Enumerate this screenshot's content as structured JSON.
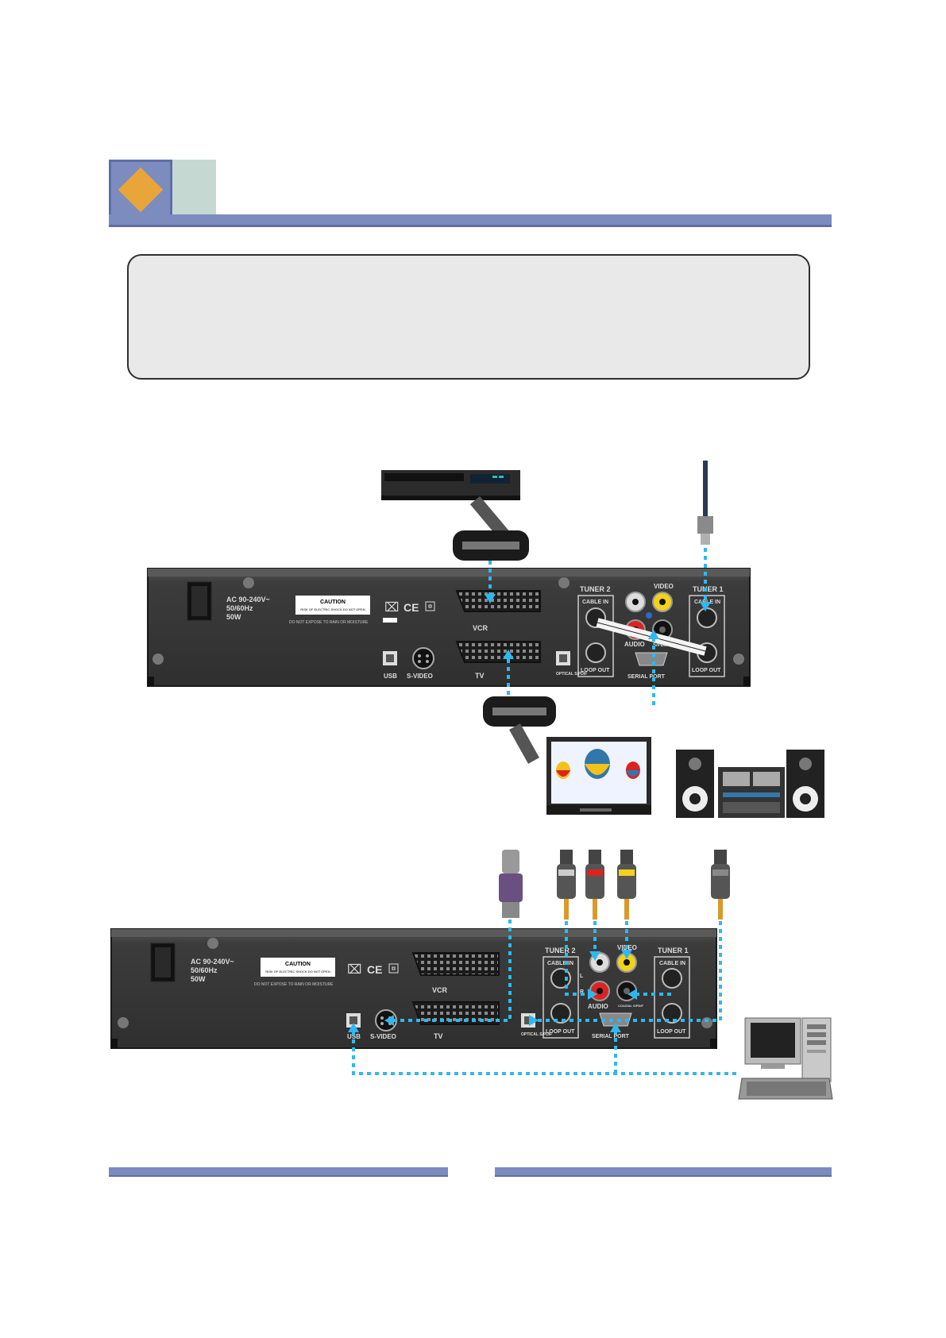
{
  "panel_top": {
    "power_label": "AC 90-240V~",
    "freq_label": "50/60Hz",
    "watt_label": "50W",
    "caution_title": "CAUTION",
    "caution_sub": "RISK OF ELECTRIC SHOCK DO NOT OPEN",
    "moisture_warning": "DO NOT EXPOSE TO RAIN OR MOISTURE",
    "vcr_label": "VCR",
    "tv_label": "TV",
    "usb_label": "USB",
    "svideo_label": "S-VIDEO",
    "optical_label": "OPTICAL S/PDIF",
    "tuner2_label": "TUNER 2",
    "tuner1_label": "TUNER 1",
    "cable_in_label": "CABLE IN",
    "loop_out_label": "LOOP OUT",
    "video_label": "VIDEO",
    "audio_label": "AUDIO",
    "spdif_label": "S/PDIF",
    "serial_label": "SERIAL PORT"
  },
  "panel_bottom": {
    "power_label": "AC 90-240V~",
    "freq_label": "50/60Hz",
    "watt_label": "50W",
    "caution_title": "CAUTION",
    "caution_sub": "RISK OF ELECTRIC SHOCK DO NOT OPEN",
    "moisture_warning": "DO NOT EXPOSE TO RAIN OR MOISTURE",
    "vcr_label": "VCR",
    "tv_label": "TV",
    "usb_label": "USB",
    "svideo_label": "S-VIDEO",
    "optical_label": "OPTICAL S/PDIF",
    "tuner2_label": "TUNER 2",
    "tuner1_label": "TUNER 1",
    "cable_in_label": "CABLE IN",
    "loop_out_label": "LOOP OUT",
    "video_label": "VIDEO",
    "audio_label": "AUDIO",
    "l_label": "L",
    "r_label": "R",
    "spdif_label": "COAXIAL S/PDIF",
    "serial_label": "SERIAL PORT"
  },
  "colors": {
    "accent": "#7d8cbf",
    "accent_dark": "#5f6ea7",
    "diamond": "#e8a53a",
    "logo_light": "#c6d8d2",
    "connection_line": "#2fb8ee",
    "panel": "#3a3a3a"
  }
}
